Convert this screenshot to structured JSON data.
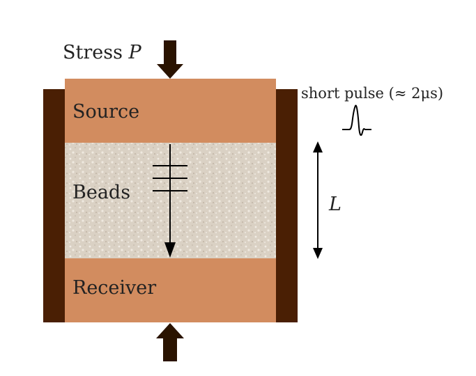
{
  "labels": {
    "stress_text": "Stress",
    "stress_symbol": "P",
    "source": "Source",
    "beads": "Beads",
    "receiver": "Receiver",
    "pulse": "short pulse (≈ 2μs)",
    "length_symbol": "L"
  },
  "colors": {
    "wall": "#4a1f04",
    "piston": "#d28c5f",
    "beads": "#d8cfc2",
    "arrow": "#2a1300",
    "line": "#000000"
  },
  "icons": {
    "force_arrows": "solid-down-up-arrows",
    "waveform": "pulse-waveform-icon"
  }
}
